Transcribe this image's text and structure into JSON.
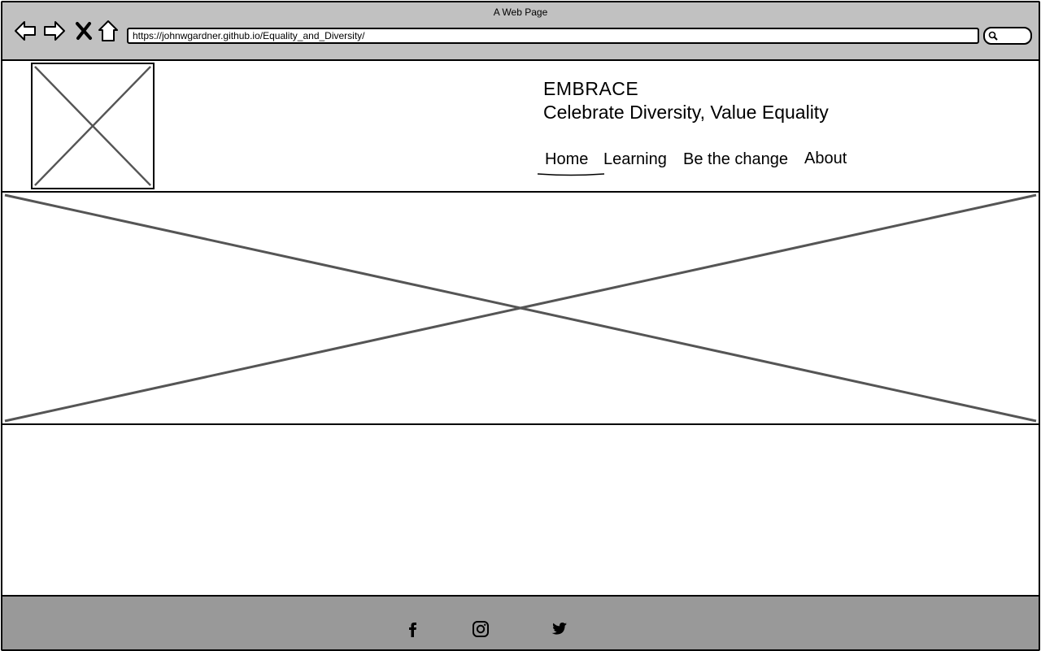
{
  "window": {
    "title": "A Web Page"
  },
  "browser": {
    "url": "https://johnwgardner.github.io/Equality_and_Diversity/",
    "icons": [
      "back-arrow-icon",
      "forward-arrow-icon",
      "stop-icon",
      "home-icon",
      "search-icon"
    ]
  },
  "header": {
    "title": "EMBRACE",
    "tagline": "Celebrate Diversity, Value Equality",
    "logo_icon": "image-placeholder-icon"
  },
  "nav": {
    "items": [
      {
        "label": "Home",
        "active": true
      },
      {
        "label": "Learning",
        "active": false
      },
      {
        "label": "Be the change",
        "active": false
      },
      {
        "label": "About",
        "active": false
      }
    ]
  },
  "hero": {
    "icon": "image-placeholder-icon"
  },
  "footer": {
    "social": [
      "facebook-icon",
      "instagram-icon",
      "twitter-icon"
    ]
  },
  "colors": {
    "chrome": "#c1c1c1",
    "footer": "#999999",
    "placeholder_lines": "#555555",
    "border": "#000000"
  }
}
